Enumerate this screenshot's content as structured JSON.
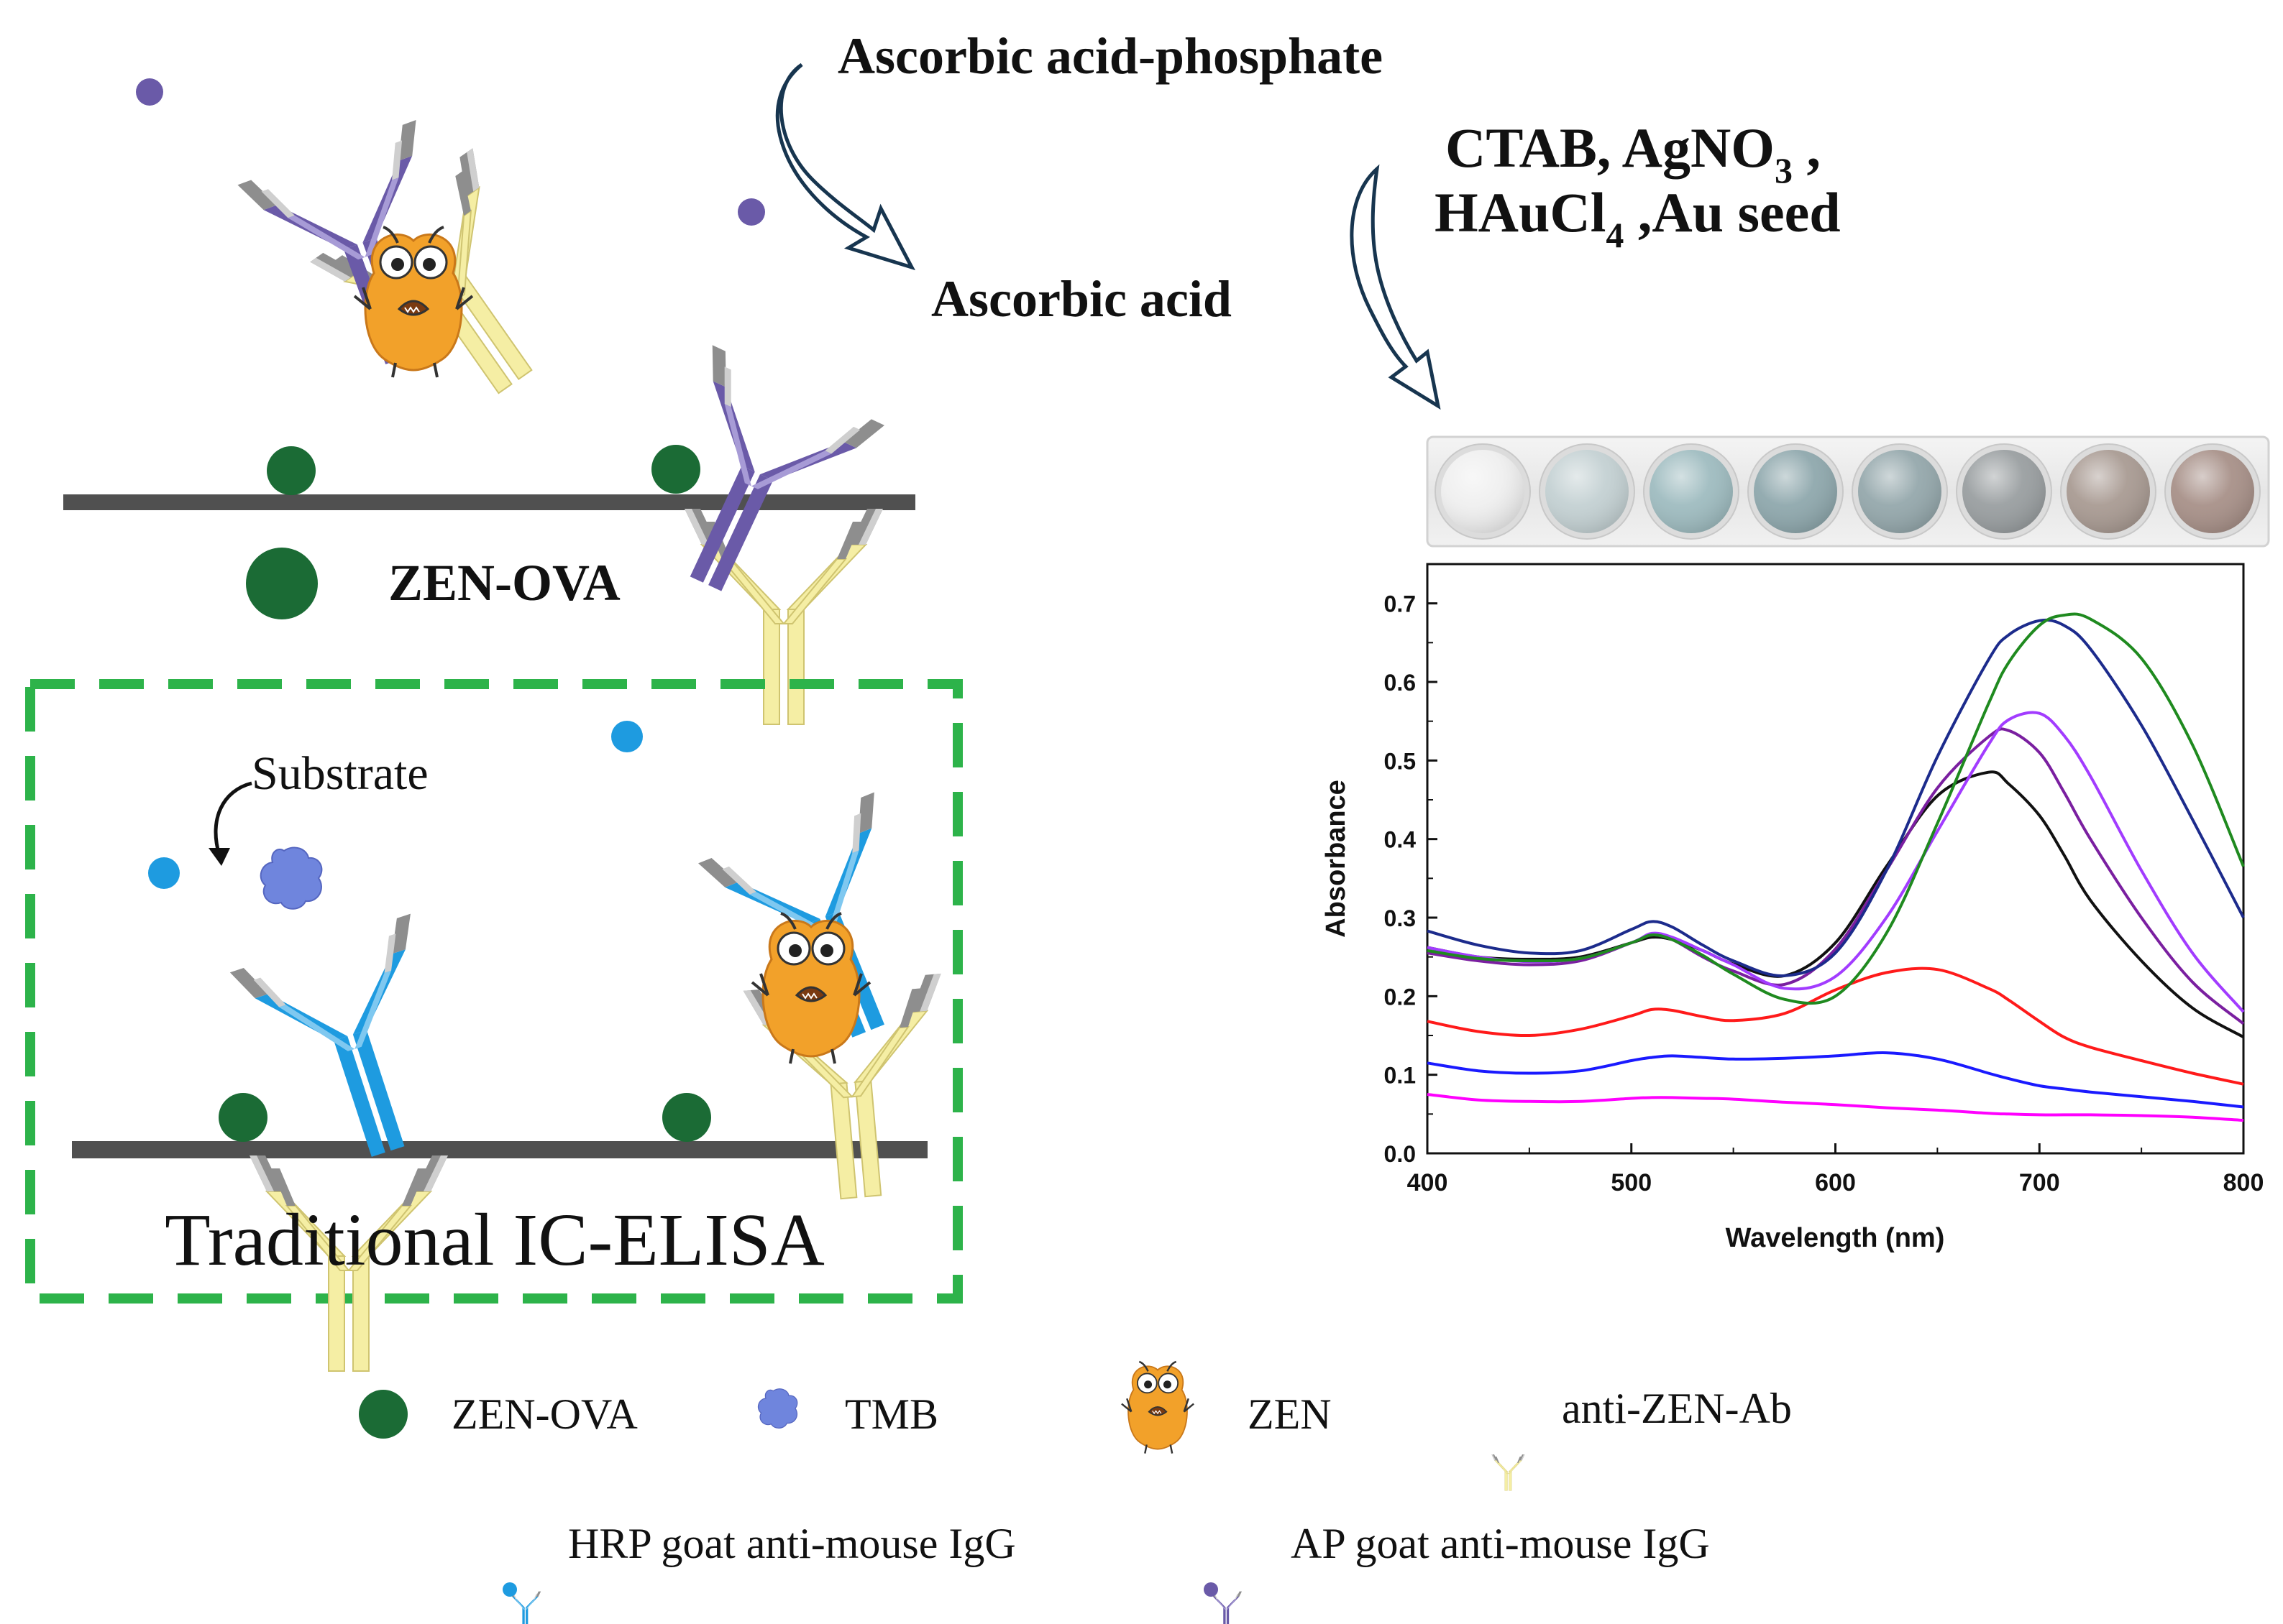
{
  "arrows": {
    "label_top": "Ascorbic acid-phosphate",
    "label_mid": "Ascorbic acid",
    "reagents_line1": {
      "base": "CTAB, AgNO",
      "sub": "3",
      "tail": " ,"
    },
    "reagents_line2": {
      "base": "HAuCl",
      "sub": "4",
      "tail": " ,Au seed"
    }
  },
  "zen_ova_label": "ZEN-OVA",
  "traditional": {
    "substrate_label": "Substrate",
    "title": "Traditional IC-ELISA"
  },
  "wells": {
    "count": 8,
    "tints": [
      "#efefef",
      "#c4d1d3",
      "#9fbcc0",
      "#8fa8ad",
      "#95a8ac",
      "#9a9fa1",
      "#a99b93",
      "#a89189"
    ]
  },
  "legend": {
    "zen_ova": "ZEN-OVA",
    "tmb": "TMB",
    "zen": "ZEN",
    "anti_zen_ab": "anti-ZEN-Ab",
    "hrp": "HRP goat anti-mouse IgG",
    "ap": "AP goat anti-mouse IgG"
  },
  "colors": {
    "zen_ova": "#1b6b35",
    "tmb": "#6f85dd",
    "zen": "#f2a12a",
    "anti_zen_ab": "#f5eea4",
    "hrp": "#1e9be0",
    "ap": "#6a5aa8",
    "dashed_box": "#2db34a",
    "plate": "#505050"
  },
  "chart_data": {
    "type": "line",
    "xlabel": "Wavelength (nm)",
    "ylabel": "Absorbance",
    "xlim": [
      400,
      800
    ],
    "ylim": [
      0,
      0.75
    ],
    "xticks": [
      400,
      500,
      600,
      700,
      800
    ],
    "yticks": [
      0.0,
      0.1,
      0.2,
      0.3,
      0.4,
      0.5,
      0.6,
      0.7
    ],
    "x": [
      400,
      425,
      450,
      475,
      500,
      510,
      520,
      535,
      550,
      575,
      600,
      625,
      650,
      675,
      685,
      700,
      712,
      725,
      750,
      775,
      800
    ],
    "series": [
      {
        "color": "#ff00ff",
        "values": [
          0.075,
          0.068,
          0.066,
          0.066,
          0.07,
          0.071,
          0.071,
          0.07,
          0.069,
          0.065,
          0.062,
          0.058,
          0.055,
          0.051,
          0.05,
          0.049,
          0.049,
          0.049,
          0.048,
          0.046,
          0.042
        ]
      },
      {
        "color": "#1a1aff",
        "values": [
          0.115,
          0.105,
          0.102,
          0.105,
          0.118,
          0.122,
          0.124,
          0.122,
          0.12,
          0.121,
          0.124,
          0.128,
          0.12,
          0.102,
          0.095,
          0.086,
          0.082,
          0.078,
          0.072,
          0.066,
          0.059
        ]
      },
      {
        "color": "#ff1a1a",
        "values": [
          0.168,
          0.155,
          0.15,
          0.158,
          0.175,
          0.183,
          0.182,
          0.174,
          0.169,
          0.178,
          0.208,
          0.23,
          0.234,
          0.21,
          0.195,
          0.168,
          0.148,
          0.135,
          0.118,
          0.102,
          0.088
        ]
      },
      {
        "color": "#111111",
        "values": [
          0.262,
          0.25,
          0.247,
          0.25,
          0.268,
          0.275,
          0.272,
          0.258,
          0.241,
          0.226,
          0.268,
          0.365,
          0.455,
          0.485,
          0.47,
          0.43,
          0.38,
          0.322,
          0.245,
          0.185,
          0.148
        ]
      },
      {
        "color": "#7a1fa0",
        "values": [
          0.255,
          0.245,
          0.24,
          0.245,
          0.268,
          0.278,
          0.272,
          0.25,
          0.232,
          0.215,
          0.26,
          0.36,
          0.465,
          0.53,
          0.538,
          0.51,
          0.46,
          0.4,
          0.3,
          0.218,
          0.165
        ]
      },
      {
        "color": "#a23cff",
        "values": [
          0.262,
          0.25,
          0.244,
          0.248,
          0.268,
          0.28,
          0.275,
          0.258,
          0.24,
          0.21,
          0.225,
          0.3,
          0.41,
          0.52,
          0.552,
          0.56,
          0.532,
          0.48,
          0.36,
          0.255,
          0.18
        ]
      },
      {
        "color": "#1c2b8c",
        "values": [
          0.283,
          0.265,
          0.255,
          0.258,
          0.285,
          0.295,
          0.288,
          0.265,
          0.245,
          0.226,
          0.255,
          0.36,
          0.505,
          0.628,
          0.66,
          0.678,
          0.672,
          0.642,
          0.545,
          0.425,
          0.3
        ]
      },
      {
        "color": "#1f8a1f",
        "values": [
          0.258,
          0.248,
          0.245,
          0.248,
          0.268,
          0.278,
          0.272,
          0.252,
          0.228,
          0.196,
          0.2,
          0.28,
          0.42,
          0.572,
          0.625,
          0.672,
          0.685,
          0.68,
          0.63,
          0.52,
          0.365
        ]
      }
    ]
  }
}
